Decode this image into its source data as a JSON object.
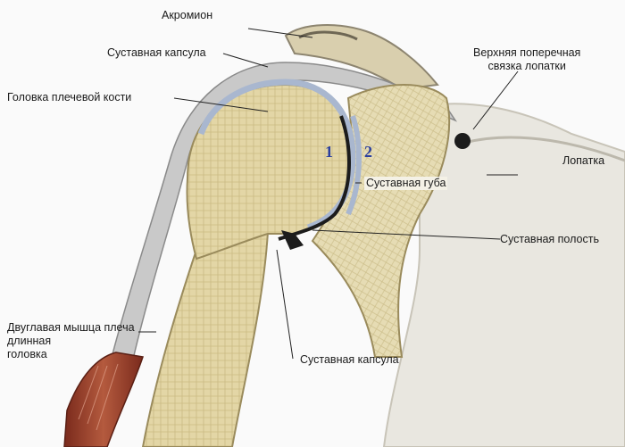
{
  "labels": {
    "acromion": "Акромион",
    "capsule_top": "Суставная капсула",
    "superior_ligament": "Верхняя поперечная\nсвязка лопатки",
    "humeral_head": "Головка плечевой кости",
    "scapula": "Лопатка",
    "labrum": "Суставная губа",
    "joint_cavity": "Суставная полость",
    "biceps": "Двуглавая мышца плеча\nдлинная\nголовка",
    "capsule_bottom": "Суставная капсула"
  },
  "markers": {
    "one": "1",
    "two": "2"
  },
  "colors": {
    "bone": "#e3d6a6",
    "bone_dark": "#cdbb82",
    "cartilage": "#a9b7cf",
    "capsule": "#c9c9c9",
    "muscle": "#a44b33",
    "scapula": "#e9e7e0",
    "marker": "#2b3f9e"
  }
}
